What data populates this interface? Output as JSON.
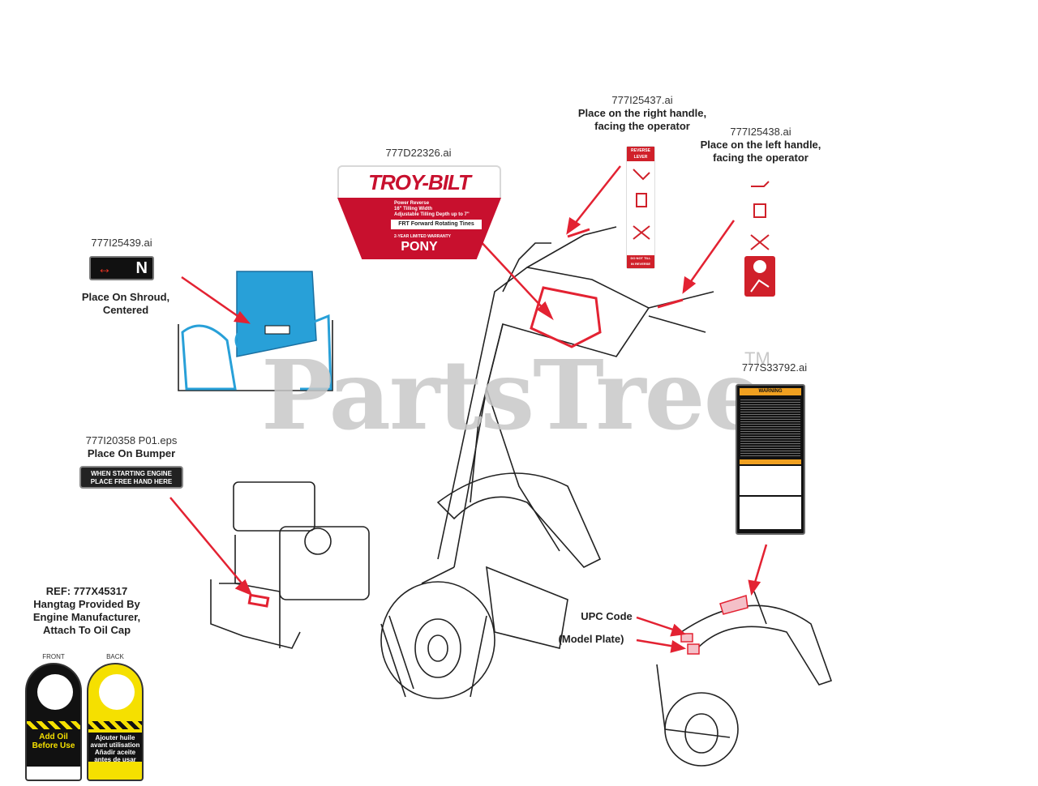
{
  "watermark": "PartsTree",
  "watermark_tm": "TM",
  "labels": {
    "troybilt": {
      "code": "777D22326.ai"
    },
    "right_handle": {
      "code": "777I25437.ai",
      "line1": "Place on the right handle,",
      "line2": "facing the operator"
    },
    "left_handle": {
      "code": "777I25438.ai",
      "line1": "Place on the left handle,",
      "line2": "facing the operator"
    },
    "shroud": {
      "code": "777I25439.ai",
      "line1": "Place On Shroud,",
      "line2": "Centered"
    },
    "bumper": {
      "code": "777I20358 P01.eps",
      "line1": "Place On Bumper"
    },
    "warning": {
      "code": "777S33792.ai"
    },
    "hangtag": {
      "line1": "REF: 777X45317",
      "line2": "Hangtag Provided By",
      "line3": "Engine Manufacturer,",
      "line4": "Attach To Oil Cap"
    },
    "upc": "UPC Code",
    "model_plate": "(Model Plate)"
  },
  "decals": {
    "troybilt_logo": "TROY-BILT",
    "troybilt_lines": [
      "Power Reverse",
      "16\" Tilling Width",
      "Adjustable Tilling Depth up to 7\""
    ],
    "troybilt_frt": "FRT Forward Rotating Tines",
    "troybilt_warranty": "2-YEAR LIMITED WARRANTY",
    "troybilt_model": "PONY",
    "n_letter": "N",
    "bumper_text": [
      "WHEN STARTING ENGINE",
      "PLACE FREE HAND HERE"
    ],
    "right_top": [
      "REVERSE",
      "LEVER"
    ],
    "right_bottom": [
      "DO NOT TILL",
      "IN REVERSE"
    ],
    "warning_header": "WARNING",
    "front_label": "FRONT",
    "back_label": "BACK",
    "front_msg": [
      "Add Oil",
      "Before Use"
    ],
    "back_msg": [
      "Ajouter huile",
      "avant utilisation",
      "Añadir aceite",
      "antes de usar"
    ]
  }
}
